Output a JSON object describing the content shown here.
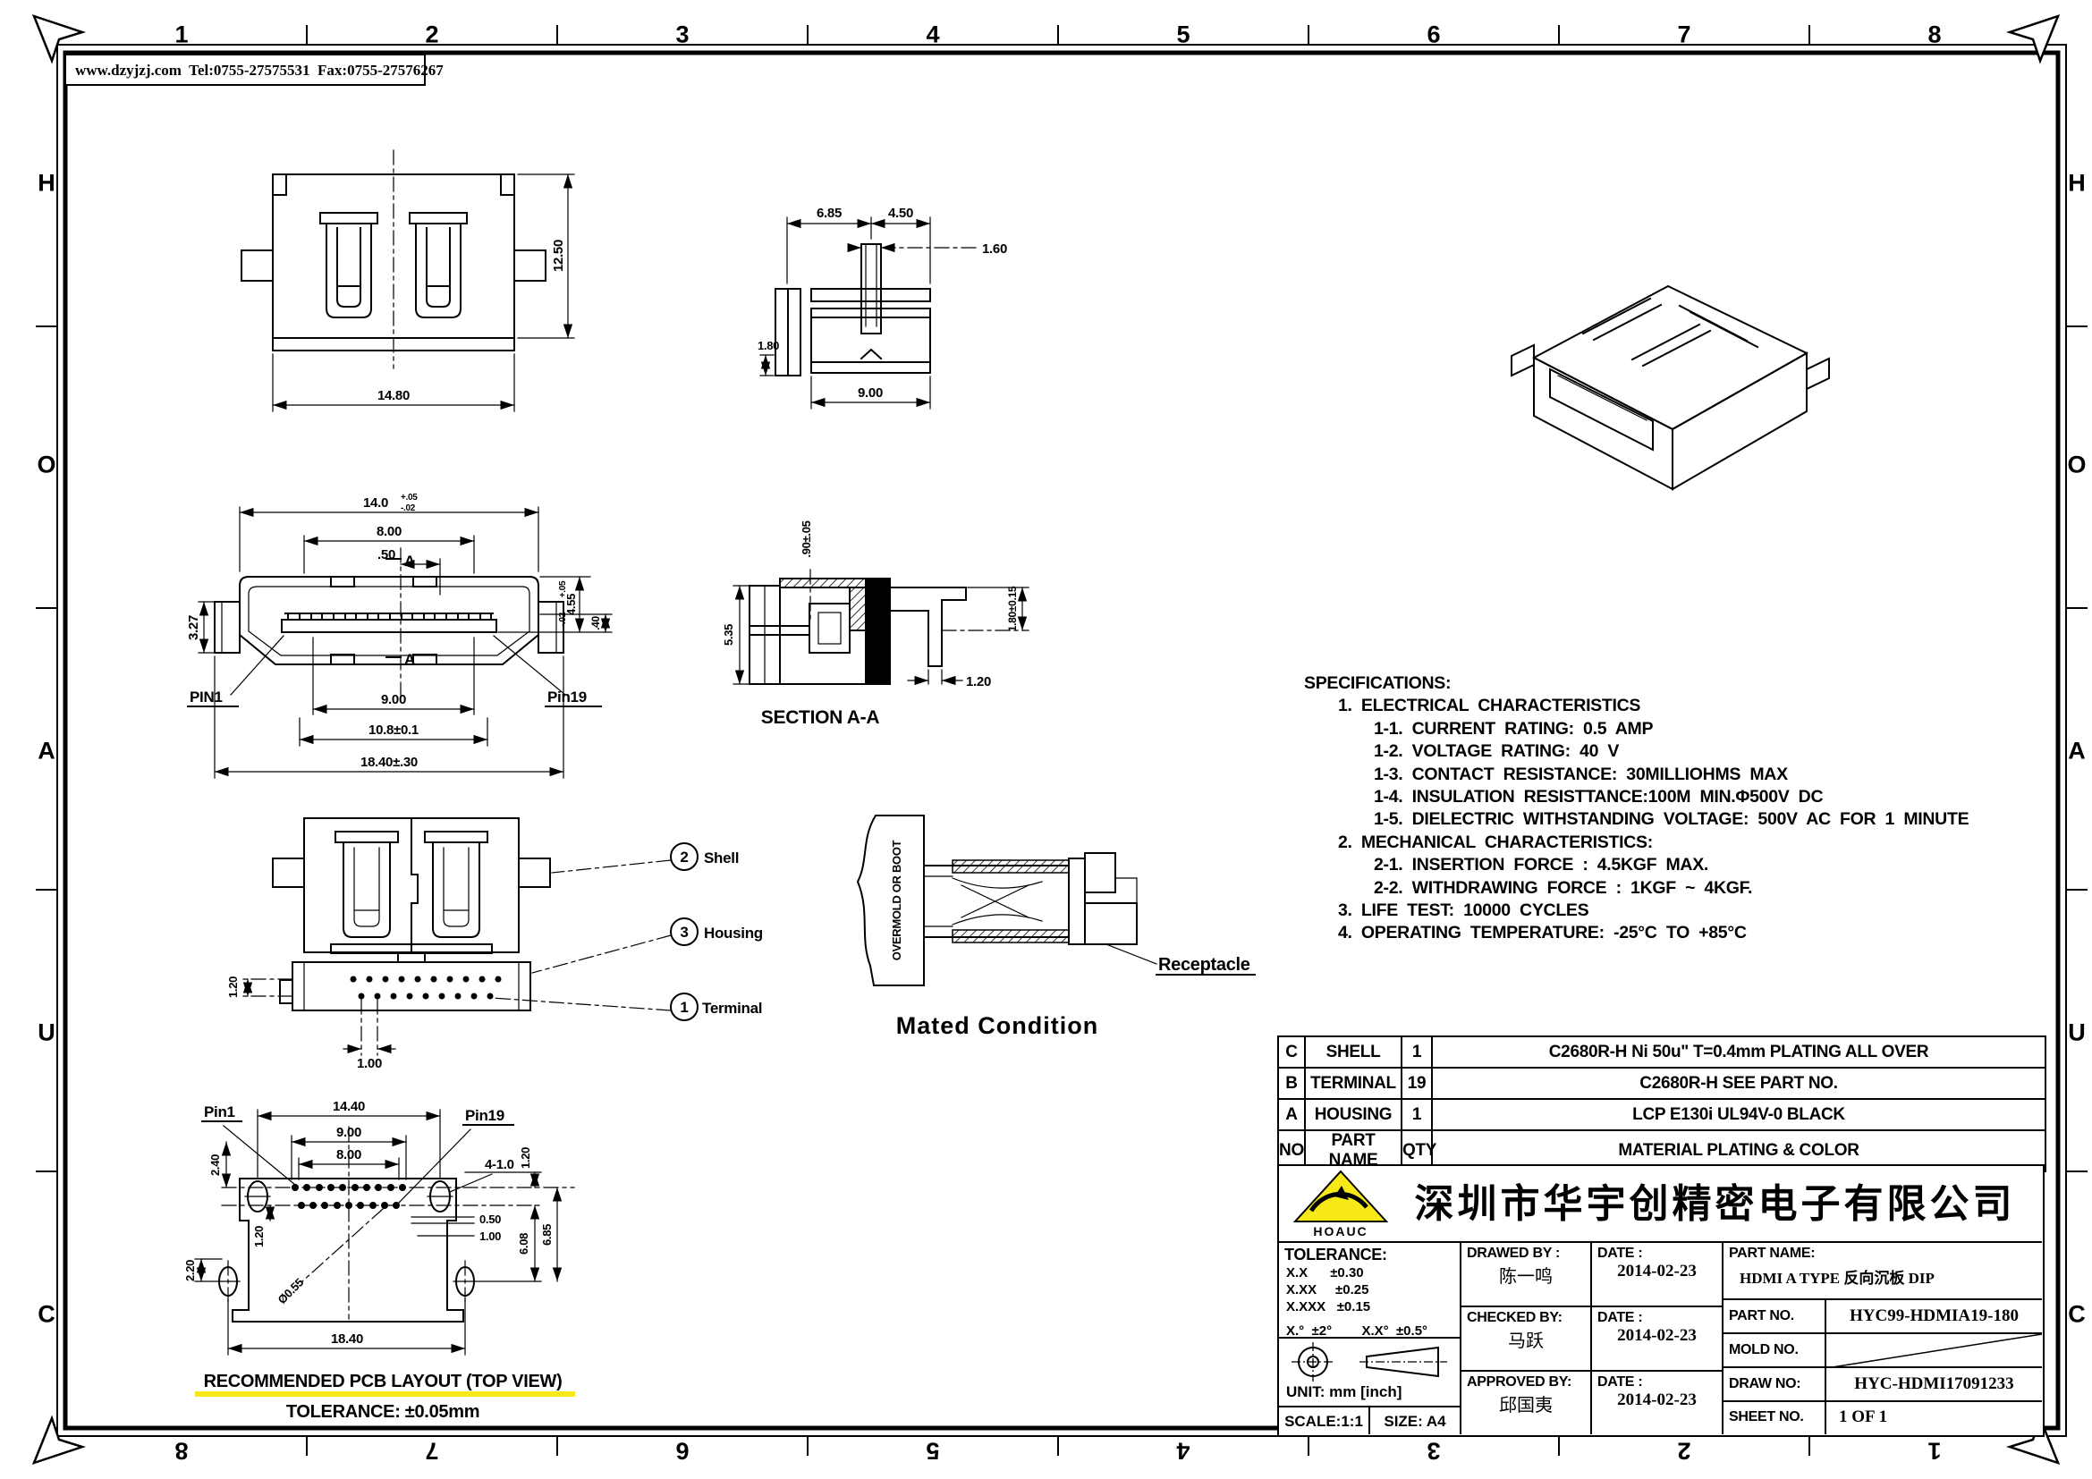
{
  "frame": {
    "website_bar": "www.dzyjzj.com  Tel:0755-27575531  Fax:0755-27576267",
    "cols_top": [
      "1",
      "2",
      "3",
      "4",
      "5",
      "6",
      "7",
      "8"
    ],
    "cols_bottom": [
      "8",
      "7",
      "6",
      "5",
      "4",
      "3",
      "2",
      "1"
    ],
    "rows_left": [
      "H",
      "O",
      "A",
      "U",
      "C"
    ],
    "rows_right": [
      "H",
      "O",
      "A",
      "U",
      "C"
    ]
  },
  "views": {
    "rear": {
      "dim_width": "14.80",
      "dim_height": "12.50"
    },
    "side": {
      "dim_top_left": "6.85",
      "dim_top_right": "4.50",
      "dim_slot": "1.60",
      "dim_left": "1.80",
      "dim_bottom": "9.00"
    },
    "front": {
      "dim_overall": "14.0",
      "dim_overall_tol_up": "+.05",
      "dim_overall_tol_dn": "-.02",
      "dim_inner": "8.00",
      "dim_offset": ".50",
      "dim_left_h": "3.27",
      "dim_right_h": "4.55",
      "dim_right_h_tol_up": "+.05",
      "dim_right_h_tol_dn": "-.02",
      "dim_step": ".40",
      "dim_contact": "9.00",
      "dim_tongue": "10.8±0.1",
      "dim_overall_w": "18.40±.30",
      "pin1": "PIN1",
      "pin19": "Pin19",
      "section_letter": "A"
    },
    "parts": {
      "num_shell": "2",
      "label_shell": "Shell",
      "num_housing": "3",
      "label_housing": "Housing",
      "num_terminal": "1",
      "label_terminal": "Terminal",
      "dim_row": "1.20",
      "dim_pitch": "1.00"
    },
    "section": {
      "dim_top": ".90±.05",
      "dim_left": "5.35",
      "dim_right": "1.80±0.15",
      "dim_pin": "1.20",
      "title": "SECTION A-A"
    },
    "mated": {
      "overmold": "OVERMOLD OR BOOT",
      "receptacle": "Receptacle",
      "title": "Mated Condition"
    },
    "pcb": {
      "dim_w1": "14.40",
      "dim_w2": "9.00",
      "dim_w3": "8.00",
      "dim_row_offset": "2.40",
      "pin1": "Pin1",
      "pin19": "Pin19",
      "dim_r_offset": "1.20",
      "dim_holes": "4-1.0",
      "dim_l1": "2.20",
      "dim_l2": "1.20",
      "dim_p1": "0.50",
      "dim_p2": "1.00",
      "dim_h1": "6.08",
      "dim_h2": "6.85",
      "dim_drill": "Ø0.55",
      "dim_w4": "18.40",
      "title": "RECOMMENDED PCB LAYOUT (TOP VIEW)",
      "tolerance": "TOLERANCE:  ±0.05mm"
    }
  },
  "specifications": {
    "lines": [
      "SPECIFICATIONS:",
      "1.  ELECTRICAL  CHARACTERISTICS",
      "1-1.  CURRENT  RATING:  0.5  AMP",
      "1-2.  VOLTAGE  RATING:  40  V",
      "1-3.  CONTACT  RESISTANCE:  30MILLIOHMS  MAX",
      "1-4.  INSULATION  RESISTTANCE:100M  MIN.Φ500V  DC",
      "1-5.  DIELECTRIC  WITHSTANDING  VOLTAGE:  500V  AC  FOR  1  MINUTE",
      "2.  MECHANICAL  CHARACTERISTICS:",
      "2-1.  INSERTION  FORCE  :  4.5KGF  MAX.",
      "2-2.  WITHDRAWING  FORCE  :  1KGF  ~  4KGF.",
      "3.  LIFE  TEST:  10000  CYCLES",
      "4.  OPERATING  TEMPERATURE:  -25°C  TO  +85°C"
    ]
  },
  "parts_table": {
    "rows": [
      {
        "no": "C",
        "part_name": "SHELL",
        "qty": "1",
        "material": "C2680R-H  Ni  50u\"  T=0.4mm  PLATING  ALL  OVER"
      },
      {
        "no": "B",
        "part_name": "TERMINAL",
        "qty": "19",
        "material": "C2680R-H  SEE  PART  NO."
      },
      {
        "no": "A",
        "part_name": "HOUSING",
        "qty": "1",
        "material": "LCP  E130i  UL94V-0  BLACK"
      },
      {
        "no": "NO",
        "part_name": "PART  NAME",
        "qty": "QTY",
        "material": "MATERIAL  PLATING  &  COLOR"
      }
    ]
  },
  "title_block": {
    "logo_text": "HOAUC",
    "company_name": "深圳市华宇创精密电子有限公司",
    "tolerance_label": "TOLERANCE:",
    "tol_rows": [
      {
        "k": "X.X",
        "v": "±0.30"
      },
      {
        "k": "X.XX",
        "v": "±0.25"
      },
      {
        "k": "X.XXX",
        "v": "±0.15"
      }
    ],
    "angle1": "X.°  ±2°",
    "angle2": "X.X°  ±0.5°",
    "unit": "UNIT:  mm  [inch]",
    "scale": "SCALE:1:1",
    "size": "SIZE:  A4",
    "drawn_label": "DRAWED  BY :",
    "drawn_name": "陈一鸣",
    "checked_label": "CHECKED  BY:",
    "checked_name": "马跃",
    "approved_label": "APPROVED  BY:",
    "approved_name": "邱国夷",
    "date_label": "DATE :",
    "drawn_date": "2014-02-23",
    "checked_date": "2014-02-23",
    "approved_date": "2014-02-23",
    "part_name_label": "PART  NAME:",
    "part_name_value": "HDMI  A  TYPE  反向沉板  DIP",
    "part_no_label": "PART  NO.",
    "part_no_value": "HYC99-HDMIA19-180",
    "mold_no_label": "MOLD  NO.",
    "mold_no_value": "",
    "draw_no_label": "DRAW  NO:",
    "draw_no_value": "HYC-HDMI17091233",
    "sheet_no_label": "SHEET  NO.",
    "sheet_no_value": "1  OF  1"
  },
  "colors": {
    "accent_yellow": "#f7e918",
    "line": "#000000"
  }
}
